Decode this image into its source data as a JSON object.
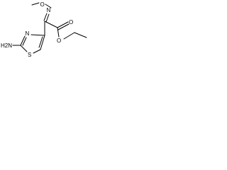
{
  "structure": {
    "atoms": {
      "nh2": "H2N",
      "ring_n": "N",
      "ring_s": "S",
      "oxime_n": "N",
      "methoxy_o": "O",
      "carbonyl_o": "O",
      "ester_o": "O"
    }
  },
  "colors": {
    "bond": "#000000",
    "background": "#ffffff"
  }
}
